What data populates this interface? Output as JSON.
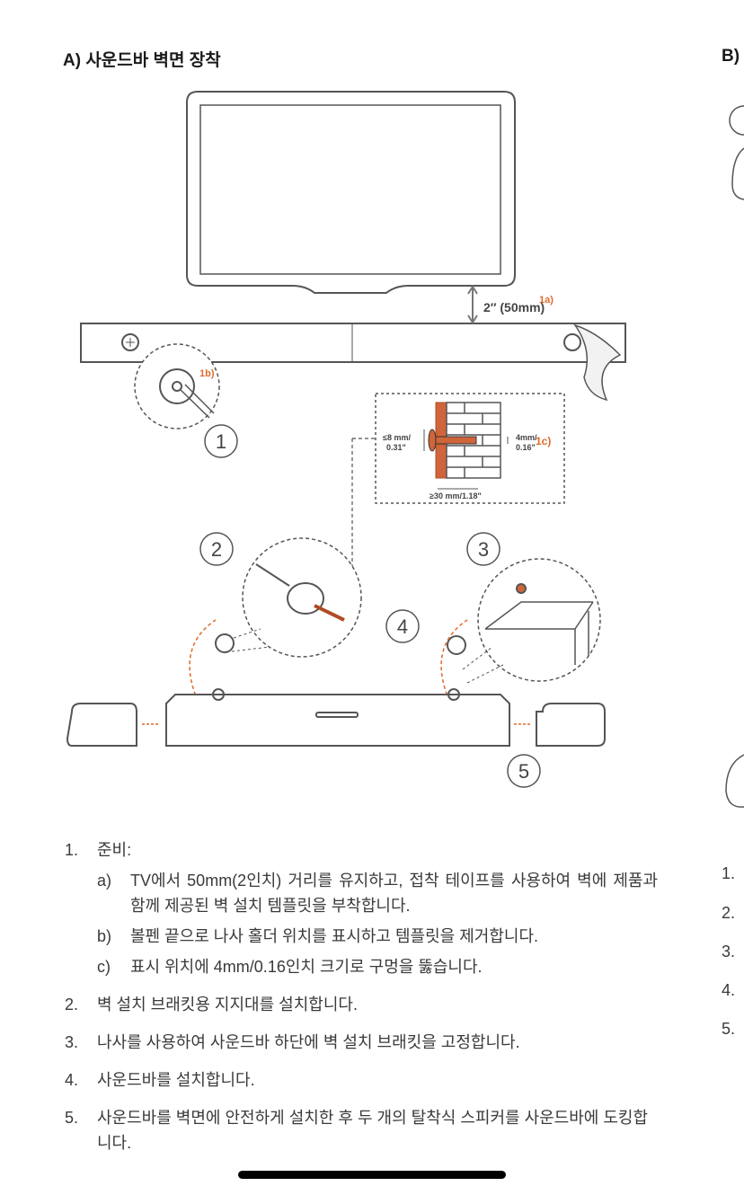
{
  "section_a": {
    "title": "A) 사운드바 벽면 장착"
  },
  "section_b": {
    "title": "B)"
  },
  "diagram": {
    "distance_label": "2″ (50mm)",
    "callout_1a": "1a)",
    "callout_1b": "1b)",
    "callout_1c": "1c)",
    "screw_head_label": "≤8 mm/\n0.31\"",
    "screw_head_line1": "≤8 mm/",
    "screw_head_line2": "0.31\"",
    "hole_line1": "4mm/",
    "hole_line2": "0.16\"",
    "depth_label": "≥30 mm/1.18\"",
    "steps": [
      "1",
      "2",
      "3",
      "4",
      "5"
    ],
    "accent_color": "#e06a2c"
  },
  "instructions": [
    {
      "number": "1.",
      "text": "준비:",
      "sub": [
        {
          "letter": "a)",
          "text": "TV에서 50mm(2인치) 거리를 유지하고, 접착 테이프를 사용하여 벽에 제품과 함께 제공된 벽 설치 템플릿을 부착합니다."
        },
        {
          "letter": "b)",
          "text": "볼펜 끝으로 나사 홀더 위치를 표시하고 템플릿을 제거합니다."
        },
        {
          "letter": "c)",
          "text": "표시 위치에 4mm/0.16인치 크기로 구멍을 뚫습니다."
        }
      ]
    },
    {
      "number": "2.",
      "text": "벽 설치 브래킷용 지지대를 설치합니다."
    },
    {
      "number": "3.",
      "text": "나사를 사용하여 사운드바 하단에 벽 설치 브래킷을 고정합니다."
    },
    {
      "number": "4.",
      "text": "사운드바를 설치합니다."
    },
    {
      "number": "5.",
      "text": "사운드바를 벽면에 안전하게 설치한 후 두 개의 탈착식 스피커를 사운드바에 도킹합니다."
    }
  ],
  "right_column_numbers": [
    "1.",
    "2.",
    "3.",
    "4.",
    "5."
  ]
}
